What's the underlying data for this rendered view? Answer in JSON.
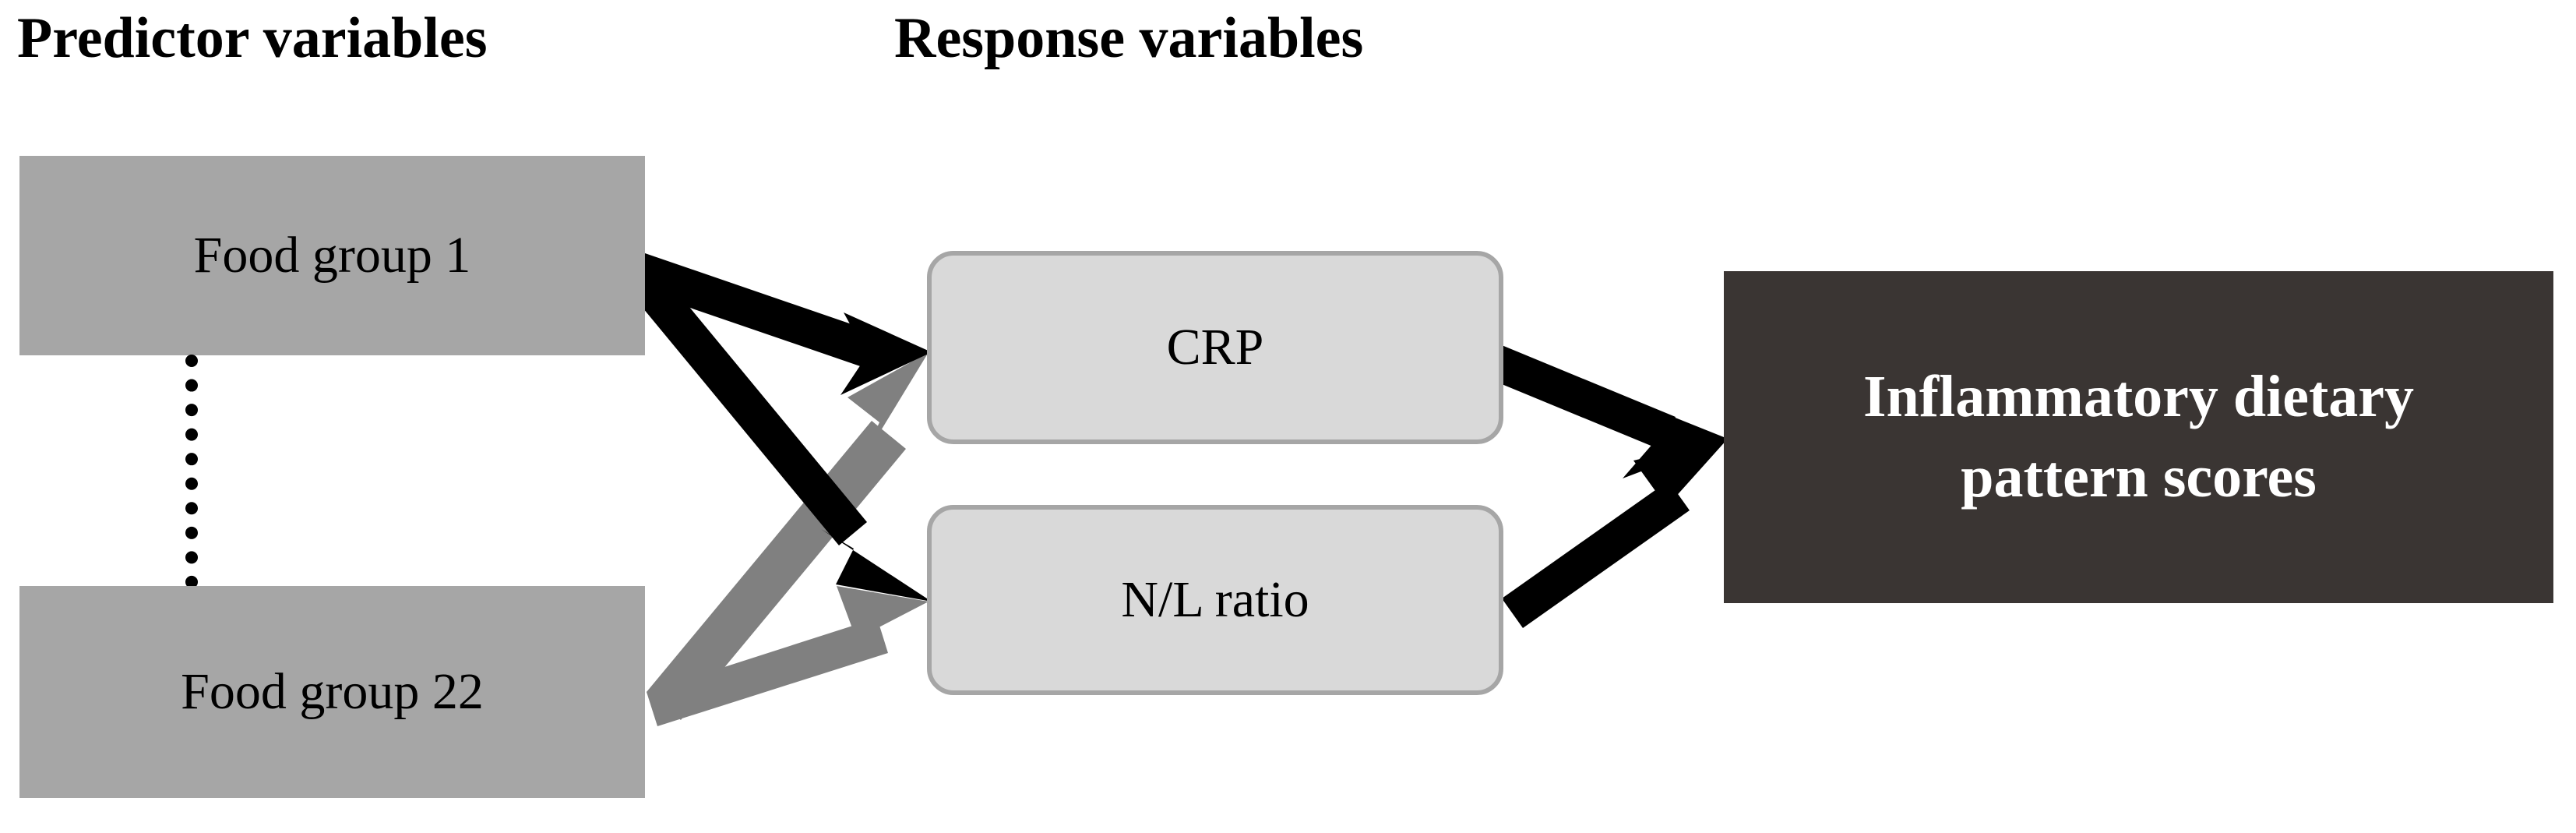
{
  "diagram": {
    "title": "Inflammatory dietary pattern score derivation path diagram",
    "headers": {
      "predictor": "Predictor variables",
      "response": "Response variables"
    },
    "predictors": [
      {
        "id": "food-group-1",
        "label": "Food group 1"
      },
      {
        "id": "food-group-22",
        "label": "Food group 22"
      }
    ],
    "ellipsis": {
      "style": "vertical-dotted-line",
      "meaning": "food groups 2 through 21 omitted"
    },
    "responses": [
      {
        "id": "crp",
        "label": "CRP"
      },
      {
        "id": "nl-ratio",
        "label": "N/L ratio"
      }
    ],
    "outcome": {
      "id": "inflammatory-dietary-pattern-scores",
      "label": "Inflammatory dietary pattern scores",
      "line1": "Inflammatory dietary",
      "line2": "pattern scores"
    },
    "edges": [
      {
        "from": "food-group-1",
        "to": "crp",
        "color": "#000000"
      },
      {
        "from": "food-group-1",
        "to": "nl-ratio",
        "color": "#000000"
      },
      {
        "from": "food-group-22",
        "to": "crp",
        "color": "#808080"
      },
      {
        "from": "food-group-22",
        "to": "nl-ratio",
        "color": "#808080"
      },
      {
        "from": "crp",
        "to": "inflammatory-dietary-pattern-scores",
        "color": "#000000"
      },
      {
        "from": "nl-ratio",
        "to": "inflammatory-dietary-pattern-scores",
        "color": "#000000"
      }
    ],
    "colors": {
      "predictor_fill": "#a6a6a6",
      "response_fill": "#d9d9d9",
      "response_border": "#a6a6a6",
      "outcome_fill": "#3a3533",
      "outcome_text": "#ffffff",
      "arrow_black": "#000000",
      "arrow_gray": "#808080",
      "background": "#ffffff"
    }
  }
}
